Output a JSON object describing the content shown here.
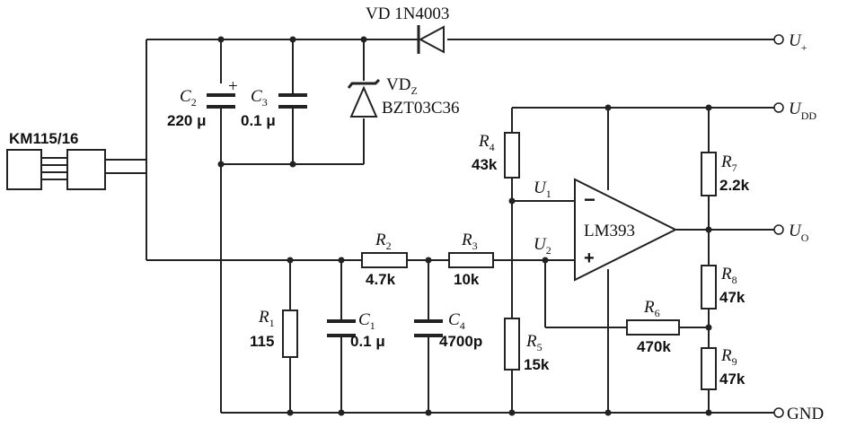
{
  "sensor": {
    "label": "KM115/16"
  },
  "diode_vd": {
    "label": "VD 1N4003"
  },
  "zener": {
    "name": "VD",
    "sub": "Z",
    "part": "BZT03C36"
  },
  "caps": {
    "c2": {
      "name": "C",
      "sub": "2",
      "value": "220 μ"
    },
    "c3": {
      "name": "C",
      "sub": "3",
      "value": "0.1 μ"
    },
    "c1": {
      "name": "C",
      "sub": "1",
      "value": "0.1 μ"
    },
    "c4": {
      "name": "C",
      "sub": "4",
      "value": "4700p"
    }
  },
  "resistors": {
    "r1": {
      "name": "R",
      "sub": "1",
      "value": "115"
    },
    "r2": {
      "name": "R",
      "sub": "2",
      "value": "4.7k"
    },
    "r3": {
      "name": "R",
      "sub": "3",
      "value": "10k"
    },
    "r4": {
      "name": "R",
      "sub": "4",
      "value": "43k"
    },
    "r5": {
      "name": "R",
      "sub": "5",
      "value": "15k"
    },
    "r6": {
      "name": "R",
      "sub": "6",
      "value": "470k"
    },
    "r7": {
      "name": "R",
      "sub": "7",
      "value": "2.2k"
    },
    "r8": {
      "name": "R",
      "sub": "8",
      "value": "47k"
    },
    "r9": {
      "name": "R",
      "sub": "9",
      "value": "47k"
    }
  },
  "opamp": {
    "label": "LM393",
    "minus": "−",
    "plus": "+"
  },
  "nodes": {
    "u1": {
      "name": "U",
      "sub": "1"
    },
    "u2": {
      "name": "U",
      "sub": "2"
    }
  },
  "terminals": {
    "uplus": {
      "name": "U",
      "sub": "+"
    },
    "udd": {
      "name": "U",
      "sub": "DD"
    },
    "uo": {
      "name": "U",
      "sub": "O"
    },
    "gnd": {
      "label": "GND"
    }
  }
}
